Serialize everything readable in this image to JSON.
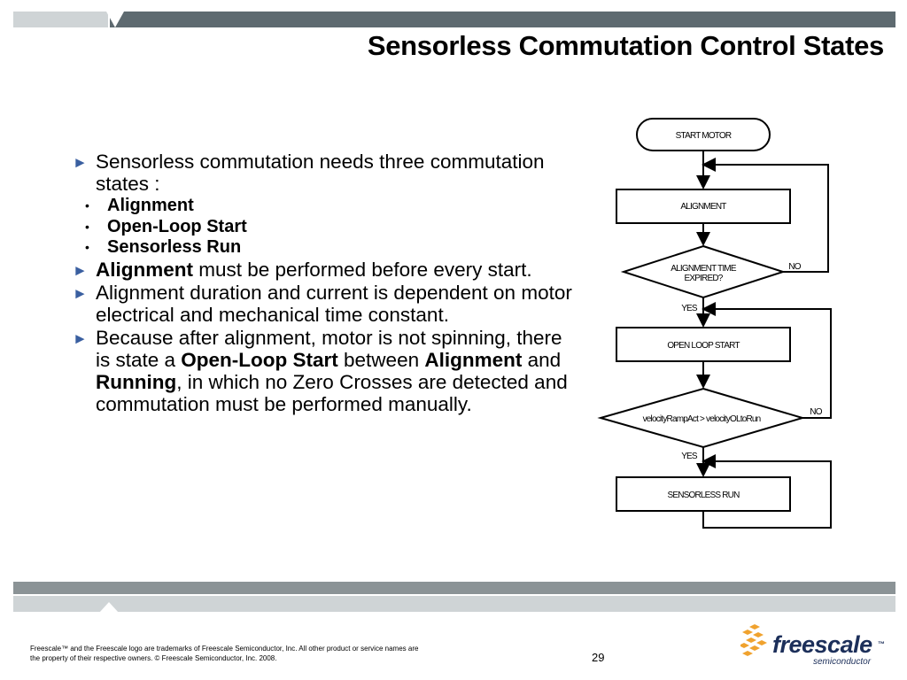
{
  "slide": {
    "title": "Sensorless Commutation Control States",
    "page_number": "29"
  },
  "bullets": {
    "b1_text": "Sensorless commutation needs three commutation states :",
    "sub_items": [
      "Alignment",
      "Open-Loop Start",
      "Sensorless Run"
    ],
    "b2_bold": "Alignment",
    "b2_rest": " must be performed before every start.",
    "b3_text": "Alignment duration and current is dependent on motor electrical and mechanical time constant.",
    "b4_part1": "Because after alignment, motor is not spinning, there is state a ",
    "b4_bold1": "Open-Loop Start",
    "b4_part2": " between ",
    "b4_bold2": "Alignment",
    "b4_part3": " and ",
    "b4_bold3": "Running",
    "b4_part4": ", in which no Zero Crosses are detected and commutation must be performed manually."
  },
  "flowchart": {
    "start": "START MOTOR",
    "alignment": "ALIGNMENT",
    "decision1_line1": "ALIGNMENT TIME",
    "decision1_line2": "EXPIRED?",
    "no1": "NO",
    "yes1": "YES",
    "open_loop": "OPEN LOOP START",
    "decision2": "velocityRampAct > velocityOLtoRun",
    "no2": "NO",
    "yes2": "YES",
    "sensorless_run": "SENSORLESS RUN"
  },
  "footer": {
    "legal_line1": "Freescale™ and the Freescale logo are trademarks of Freescale Semiconductor, Inc. All other product or service names are",
    "legal_line2": "the property of their respective owners. © Freescale Semiconductor, Inc. 2008."
  },
  "logo": {
    "word": "freescale",
    "tm": "™",
    "sub": "semiconductor"
  },
  "colors": {
    "header_dark": "#5e6a70",
    "header_light": "#cfd4d6",
    "bullet_arrow": "#3a5fa0",
    "logo_blue": "#1c2f5a",
    "logo_orange": "#f0a22e"
  }
}
